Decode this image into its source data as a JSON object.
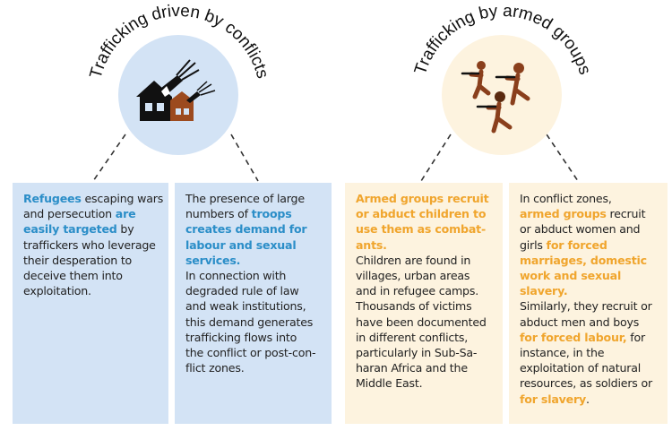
{
  "left_group": {
    "title": "Trafficking driven by conflicts",
    "icon": "bombed-houses-icon",
    "accent": "#2b8ec8",
    "boxes": [
      {
        "lines": [
          [
            {
              "t": "Refugees",
              "hl": true
            },
            {
              "t": " escaping wars"
            }
          ],
          [
            {
              "t": "and persecution "
            },
            {
              "t": "are",
              "hl": true
            }
          ],
          [
            {
              "t": "easily targeted",
              "hl": true
            },
            {
              "t": " by"
            }
          ],
          [
            {
              "t": "traffickers who leverage"
            }
          ],
          [
            {
              "t": "their desperation to"
            }
          ],
          [
            {
              "t": "deceive them into"
            }
          ],
          [
            {
              "t": "exploitation."
            }
          ]
        ]
      },
      {
        "lines": [
          [
            {
              "t": "The presence of large"
            }
          ],
          [
            {
              "t": "numbers of "
            },
            {
              "t": "troops",
              "hl": true
            }
          ],
          [
            {
              "t": "creates demand for",
              "hl": true
            }
          ],
          [
            {
              "t": "labour and sexual",
              "hl": true
            }
          ],
          [
            {
              "t": "services.",
              "hl": true
            }
          ],
          [
            {
              "t": "In connection with"
            }
          ],
          [
            {
              "t": "degraded rule of law"
            }
          ],
          [
            {
              "t": "and weak institutions,"
            }
          ],
          [
            {
              "t": "this demand generates"
            }
          ],
          [
            {
              "t": "trafficking flows into"
            }
          ],
          [
            {
              "t": "the conflict or post-con-"
            }
          ],
          [
            {
              "t": "flict zones."
            }
          ]
        ]
      }
    ]
  },
  "right_group": {
    "title": "Trafficking by armed groups",
    "icon": "armed-figures-icon",
    "accent": "#f0a52d",
    "boxes": [
      {
        "lines": [
          [
            {
              "t": "Armed groups recruit",
              "hl": true
            }
          ],
          [
            {
              "t": "or abduct children to",
              "hl": true
            }
          ],
          [
            {
              "t": "use them as combat-",
              "hl": true
            }
          ],
          [
            {
              "t": "ants.",
              "hl": true
            }
          ],
          [
            {
              "t": "Children are found in"
            }
          ],
          [
            {
              "t": "villages, urban areas"
            }
          ],
          [
            {
              "t": "and in refugee camps."
            }
          ],
          [
            {
              "t": "Thousands of victims"
            }
          ],
          [
            {
              "t": "have been documented"
            }
          ],
          [
            {
              "t": "in different conflicts,"
            }
          ],
          [
            {
              "t": "particularly in Sub-Sa-"
            }
          ],
          [
            {
              "t": "haran Africa and the"
            }
          ],
          [
            {
              "t": "Middle East."
            }
          ]
        ]
      },
      {
        "lines": [
          [
            {
              "t": "In conflict zones,"
            }
          ],
          [
            {
              "t": "armed groups",
              "hl": true
            },
            {
              "t": " recruit"
            }
          ],
          [
            {
              "t": "or abduct women and"
            }
          ],
          [
            {
              "t": "girls "
            },
            {
              "t": "for forced",
              "hl": true
            }
          ],
          [
            {
              "t": "marriages, domestic",
              "hl": true
            }
          ],
          [
            {
              "t": "work and sexual",
              "hl": true
            }
          ],
          [
            {
              "t": "slavery.",
              "hl": true
            }
          ],
          [
            {
              "t": "Similarly, they recruit or"
            }
          ],
          [
            {
              "t": "abduct men and boys"
            }
          ],
          [
            {
              "t": "for forced labour,",
              "hl": true
            },
            {
              "t": " for"
            }
          ],
          [
            {
              "t": "instance, in the"
            }
          ],
          [
            {
              "t": "exploitation of natural"
            }
          ],
          [
            {
              "t": "resources, as soldiers or"
            }
          ],
          [
            {
              "t": "for slavery",
              "hl": true
            },
            {
              "t": "."
            }
          ]
        ]
      }
    ]
  }
}
